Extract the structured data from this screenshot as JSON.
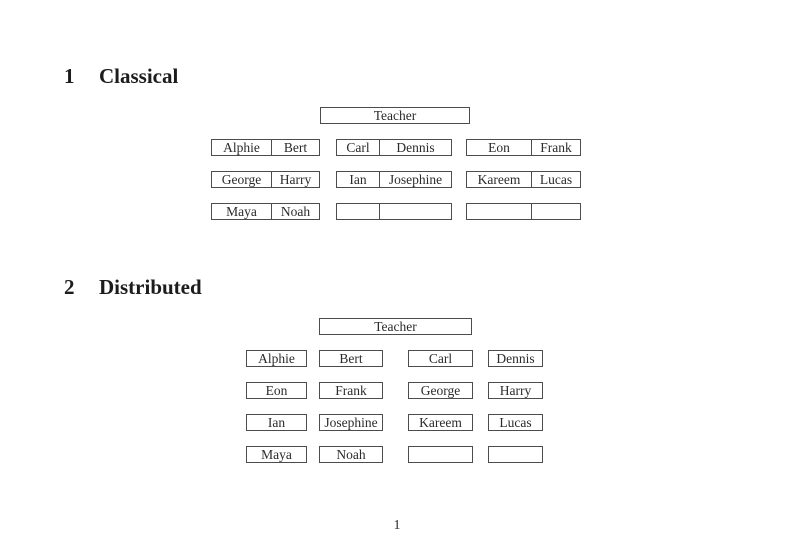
{
  "page": {
    "number": "1"
  },
  "sections": [
    {
      "number": "1",
      "title": "Classical"
    },
    {
      "number": "2",
      "title": "Distributed"
    }
  ],
  "classical": {
    "teacher_label": "Teacher",
    "groups": [
      {
        "rows": [
          [
            "Alphie",
            "Bert"
          ],
          [
            "George",
            "Harry"
          ],
          [
            "Maya",
            "Noah"
          ]
        ]
      },
      {
        "rows": [
          [
            "Carl",
            "Dennis"
          ],
          [
            "Ian",
            "Josephine"
          ],
          [
            "",
            ""
          ]
        ]
      },
      {
        "rows": [
          [
            "Eon",
            "Frank"
          ],
          [
            "Kareem",
            "Lucas"
          ],
          [
            "",
            ""
          ]
        ]
      }
    ]
  },
  "distributed": {
    "teacher_label": "Teacher",
    "rows": [
      [
        "Alphie",
        "Bert",
        "Carl",
        "Dennis"
      ],
      [
        "Eon",
        "Frank",
        "George",
        "Harry"
      ],
      [
        "Ian",
        "Josephine",
        "Kareem",
        "Lucas"
      ],
      [
        "Maya",
        "Noah",
        "",
        ""
      ]
    ]
  },
  "colors": {
    "background": "#ffffff",
    "ink": "#2b2b2b",
    "border": "#4c4c4c"
  }
}
